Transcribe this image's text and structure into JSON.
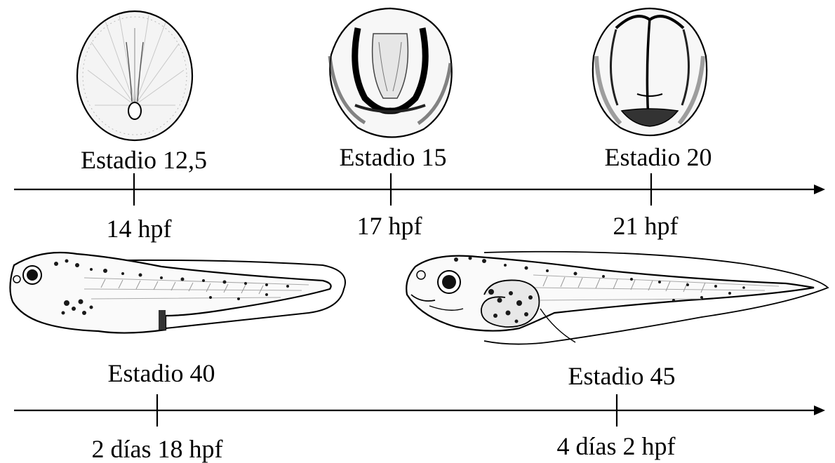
{
  "timeline_top": {
    "stages": [
      {
        "stage_label": "Estadio 12,5",
        "time_label": "14 hpf",
        "view": "embryo-neural-plate"
      },
      {
        "stage_label": "Estadio 15",
        "time_label": "17 hpf",
        "view": "embryo-neural-folds"
      },
      {
        "stage_label": "Estadio 20",
        "time_label": "21 hpf",
        "view": "embryo-neural-tube-closed"
      }
    ]
  },
  "timeline_bottom": {
    "stages": [
      {
        "stage_label": "Estadio 40",
        "time_label": "2 días 18 hpf",
        "view": "tadpole-early"
      },
      {
        "stage_label": "Estadio 45",
        "time_label": "4 días 2 hpf",
        "view": "tadpole-feeding"
      }
    ]
  },
  "colors": {
    "ink": "#000000",
    "pigment": "#1a1a1a",
    "background": "#ffffff"
  }
}
